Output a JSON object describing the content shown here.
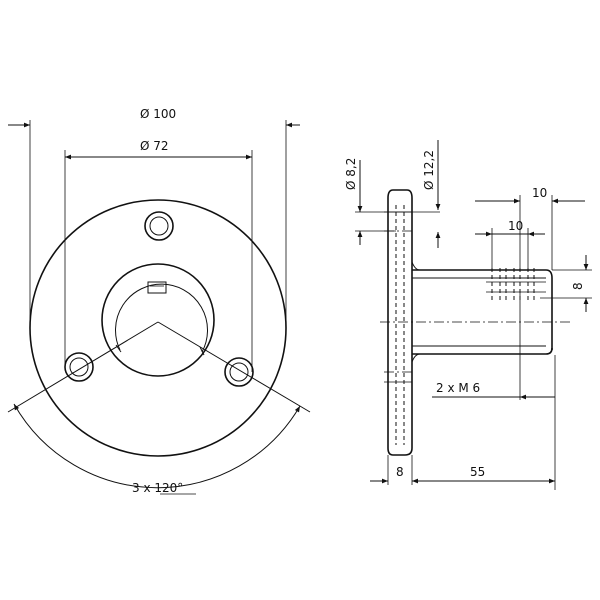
{
  "front_view": {
    "dia_outer": "Ø 100",
    "dia_bolt_circle": "Ø 72",
    "angle": "3 x 120°"
  },
  "side_view": {
    "dia_hole": "Ø 8,2",
    "dia_tube": "Ø 12,2",
    "len_10_top": "10",
    "len_10_inner": "10",
    "offset_8": "8",
    "thread": "2 x M 6",
    "flange_thickness": "8",
    "tube_length": "55"
  }
}
